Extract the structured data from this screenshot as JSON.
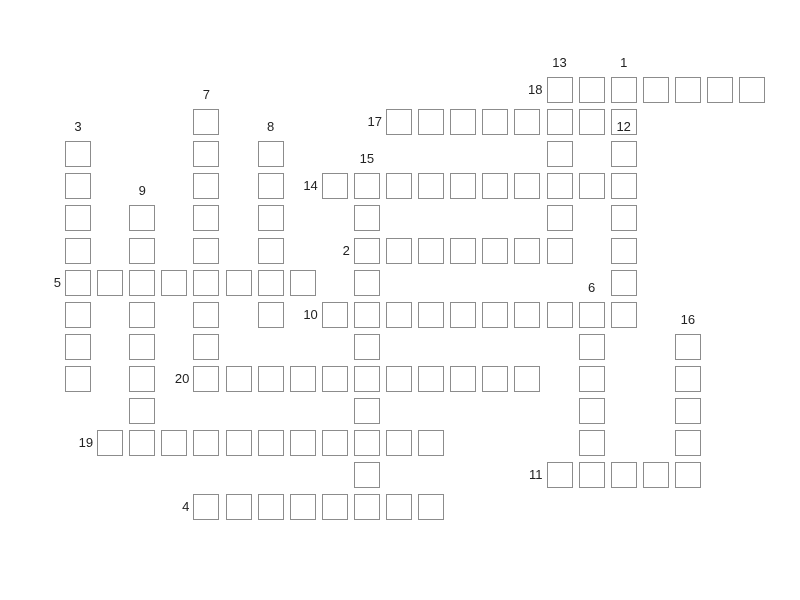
{
  "puzzle": {
    "cell_border_color": "#8c8c8c",
    "number_color": "#222222",
    "entries": [
      {
        "number": "1",
        "dir": "down",
        "row": 1,
        "col": 19,
        "length": 5
      },
      {
        "number": "2",
        "dir": "across",
        "row": 6,
        "col": 11,
        "length": 7
      },
      {
        "number": "3",
        "dir": "down",
        "row": 3,
        "col": 2,
        "length": 8
      },
      {
        "number": "4",
        "dir": "across",
        "row": 14,
        "col": 6,
        "length": 8
      },
      {
        "number": "5",
        "dir": "across",
        "row": 7,
        "col": 2,
        "length": 8
      },
      {
        "number": "6",
        "dir": "down",
        "row": 8,
        "col": 18,
        "length": 5
      },
      {
        "number": "7",
        "dir": "down",
        "row": 2,
        "col": 6,
        "length": 9
      },
      {
        "number": "8",
        "dir": "down",
        "row": 3,
        "col": 8,
        "length": 6
      },
      {
        "number": "9",
        "dir": "down",
        "row": 5,
        "col": 4,
        "length": 7
      },
      {
        "number": "10",
        "dir": "across",
        "row": 8,
        "col": 10,
        "length": 10
      },
      {
        "number": "11",
        "dir": "across",
        "row": 13,
        "col": 17,
        "length": 5
      },
      {
        "number": "12",
        "dir": "down",
        "row": 3,
        "col": 19,
        "length": 6
      },
      {
        "number": "13",
        "dir": "down",
        "row": 1,
        "col": 17,
        "length": 6
      },
      {
        "number": "14",
        "dir": "across",
        "row": 4,
        "col": 10,
        "length": 10
      },
      {
        "number": "15",
        "dir": "down",
        "row": 4,
        "col": 11,
        "length": 10
      },
      {
        "number": "16",
        "dir": "down",
        "row": 9,
        "col": 21,
        "length": 5
      },
      {
        "number": "17",
        "dir": "across",
        "row": 2,
        "col": 12,
        "length": 7
      },
      {
        "number": "18",
        "dir": "across",
        "row": 1,
        "col": 17,
        "length": 7
      },
      {
        "number": "19",
        "dir": "across",
        "row": 12,
        "col": 3,
        "length": 11
      },
      {
        "number": "20",
        "dir": "across",
        "row": 10,
        "col": 6,
        "length": 11
      }
    ]
  }
}
